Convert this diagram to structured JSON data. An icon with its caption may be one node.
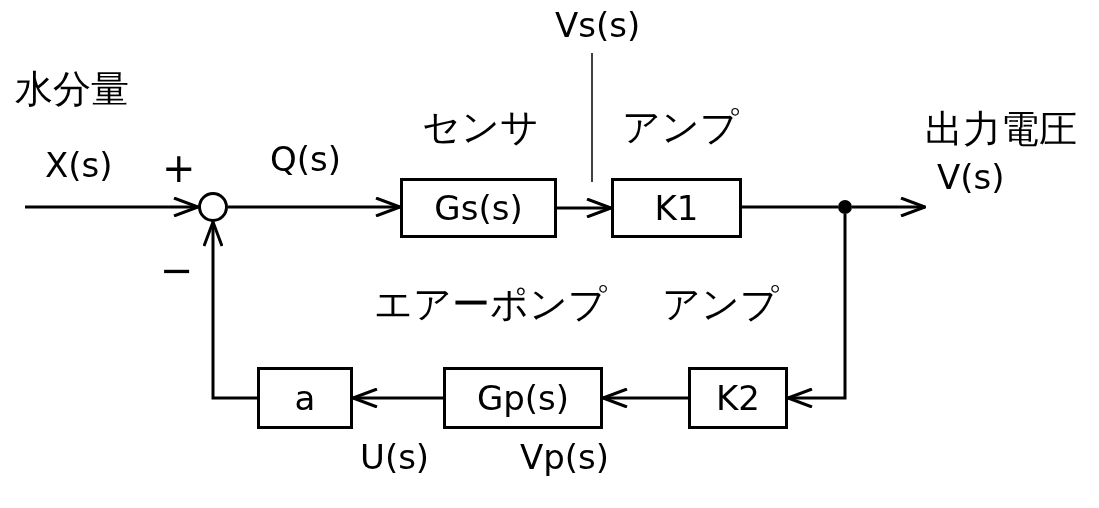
{
  "diagram": {
    "nodes": [
      {
        "text": [],
        "shape": "circle"
      },
      {
        "text": [
          "センサ",
          "Gs(s)"
        ]
      },
      {
        "text": [
          "アンプ",
          "K1"
        ]
      },
      {
        "text": [],
        "shape": "circle"
      },
      {
        "text": [
          "アンプ",
          "K2"
        ]
      },
      {
        "text": [
          "エアーポンプ",
          "Gp(s)"
        ]
      },
      {
        "text": [
          "a"
        ]
      },
      {
        "text": [
          "出力電圧",
          "V(s)"
        ]
      },
      {
        "text": [
          "Vs(s)"
        ]
      }
    ],
    "edges": [
      {
        "from": null,
        "to": 0,
        "arrow": "to",
        "label": "X(s)"
      },
      {
        "from": 0,
        "to": 1,
        "arrow": "to",
        "label": "Q(s)"
      },
      {
        "from": 1,
        "to": 2,
        "arrow": "to"
      },
      {
        "from": 2,
        "to": 3,
        "arrow": "none"
      },
      {
        "from": 3,
        "to": 7,
        "arrow": "to"
      },
      {
        "from": 3,
        "to": 4,
        "arrow": "to"
      },
      {
        "from": 4,
        "to": 5,
        "arrow": "to",
        "label": "Vp(s)"
      },
      {
        "from": 5,
        "to": 6,
        "arrow": "to",
        "label": "U(s)"
      },
      {
        "from": 6,
        "to": 0,
        "arrow": "to"
      },
      {
        "from": 8,
        "to": null,
        "arrow": "none"
      }
    ],
    "labels": [
      "水分量",
      "+",
      "−"
    ]
  }
}
